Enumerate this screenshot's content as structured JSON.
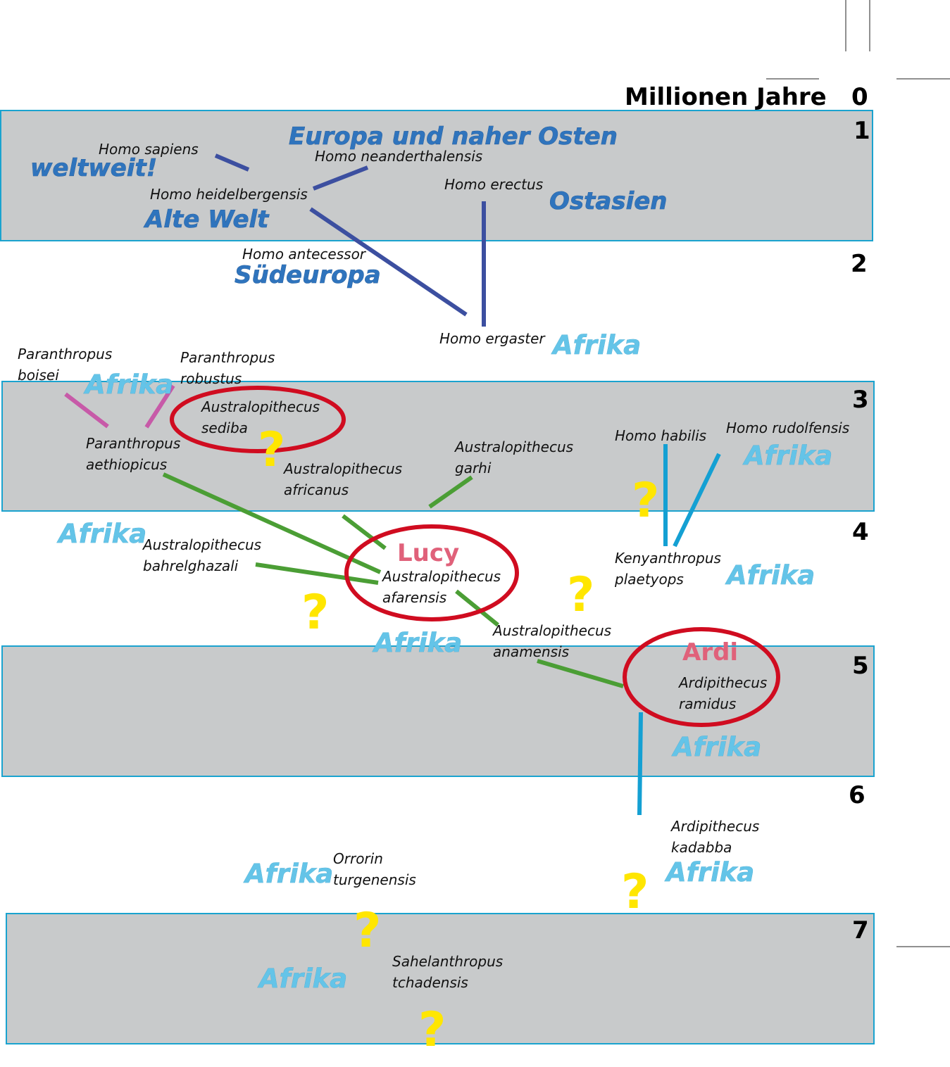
{
  "axis": {
    "title": "Millionen Jahre",
    "ticks": [
      "0",
      "1",
      "2",
      "3",
      "4",
      "5",
      "6",
      "7"
    ]
  },
  "regions": {
    "weltweit": "weltweit!",
    "europa_osten": "Europa und naher Osten",
    "alte_welt": "Alte Welt",
    "ostasien": "Ostasien",
    "suedeuropa": "Südeuropa",
    "afrika": "Afrika"
  },
  "nicknames": {
    "lucy": "Lucy",
    "ardi": "Ardi"
  },
  "question_mark": "?",
  "species": {
    "homo_sapiens": [
      "Homo sapiens"
    ],
    "homo_neanderthalensis": [
      "Homo neanderthalensis"
    ],
    "homo_heidelbergensis": [
      "Homo heidelbergensis"
    ],
    "homo_erectus": [
      "Homo erectus"
    ],
    "homo_antecessor": [
      "Homo antecessor"
    ],
    "homo_ergaster": [
      "Homo ergaster"
    ],
    "paranthropus_boisei": [
      "Paranthropus",
      "boisei"
    ],
    "paranthropus_robustus": [
      "Paranthropus",
      "robustus"
    ],
    "australopithecus_sediba": [
      "Australopithecus",
      "sediba"
    ],
    "paranthropus_aethiopicus": [
      "Paranthropus",
      "aethiopicus"
    ],
    "australopithecus_africanus": [
      "Australopithecus",
      "africanus"
    ],
    "australopithecus_garhi": [
      "Australopithecus",
      "garhi"
    ],
    "homo_habilis": [
      "Homo habilis"
    ],
    "homo_rudolfensis": [
      "Homo rudolfensis"
    ],
    "australopithecus_bahrelghazali": [
      "Australopithecus",
      "bahrelghazali"
    ],
    "australopithecus_afarensis": [
      "Australopithecus",
      "afarensis"
    ],
    "kenyanthropus_platyops": [
      "Kenyanthropus",
      "plaetyops"
    ],
    "australopithecus_anamensis": [
      "Australopithecus",
      "anamensis"
    ],
    "ardipithecus_ramidus": [
      "Ardipithecus",
      "ramidus"
    ],
    "ardipithecus_kadabba": [
      "Ardipithecus",
      "kadabba"
    ],
    "orrorin_tugenensis": [
      "Orrorin",
      "turgenensis"
    ],
    "sahelanthropus_tchadensis": [
      "Sahelanthropus",
      "tchadensis"
    ]
  },
  "colors": {
    "band_fill": "#c8cacb",
    "band_border": "#1aa3cf",
    "homo_line": "#3c4fa0",
    "australopith_line": "#4b9e35",
    "paranthropus_line": "#c75aa8",
    "cyan_line": "#14a0d3",
    "highlight_oval": "#d00c20",
    "question_mark": "#ffe600",
    "nickname": "#e0617a",
    "region_dark": "#2f74bd",
    "region_light": "#64c4e8"
  }
}
